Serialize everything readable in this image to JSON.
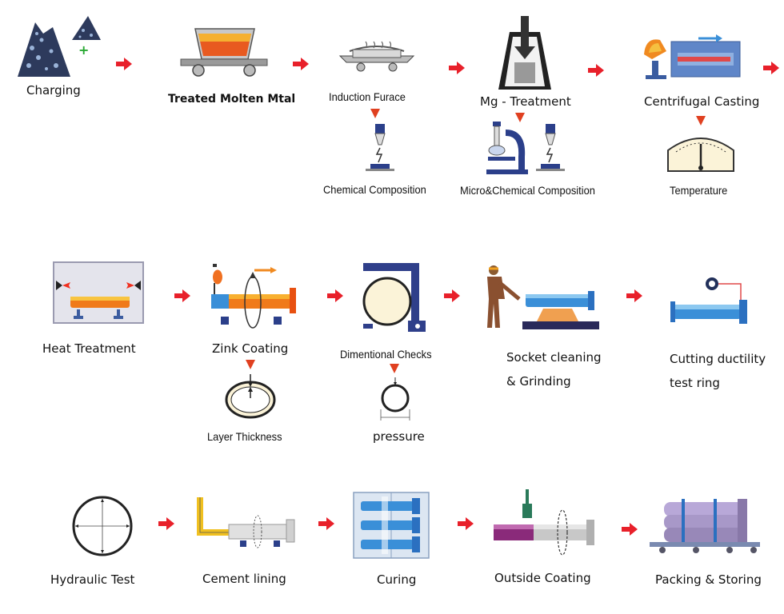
{
  "steps": {
    "charging": "Charging",
    "treated_molten_metal": "Treated Molten Mtal",
    "induction_furnace": "Induction Furace",
    "mg_treatment": "Mg - Treatment",
    "centrifugal_casting": "Centrifugal Casting",
    "heat_treatment": "Heat Treatment",
    "zink_coating": "Zink Coating",
    "dimentional_checks": "Dimentional Checks",
    "socket_cleaning_line1": "Socket cleaning",
    "socket_cleaning_line2": "& Grinding",
    "cutting_ductility_line1": "Cutting ductility",
    "cutting_ductility_line2": "test ring",
    "hydraulic_test": "Hydraulic Test",
    "cement_lining": "Cement lining",
    "curing": "Curing",
    "outside_coating": "Outside Coating",
    "packing_storing": "Packing & Storing"
  },
  "checks": {
    "chemical_composition": "Chemical Composition",
    "micro_chemical_composition": "Micro&Chemical Composition",
    "temperature": "Temperature",
    "layer_thickness": "Layer Thickness",
    "pressure": "pressure"
  },
  "colors": {
    "flow_arrow": "#e8202a",
    "pipe_blue": "#3a8fd8",
    "hot_orange": "#f07020"
  }
}
